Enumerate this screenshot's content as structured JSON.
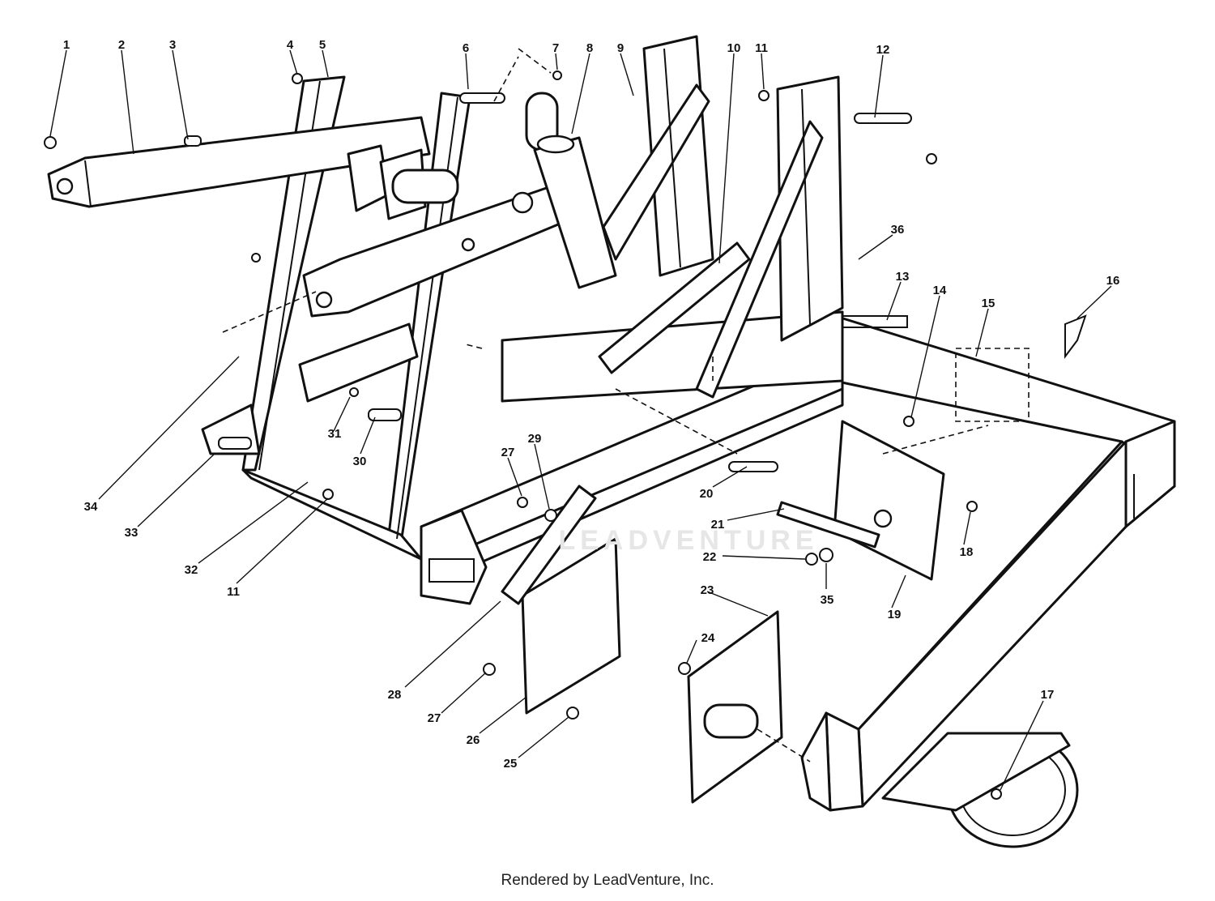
{
  "callouts": [
    {
      "n": "1"
    },
    {
      "n": "2"
    },
    {
      "n": "3"
    },
    {
      "n": "4"
    },
    {
      "n": "5"
    },
    {
      "n": "6"
    },
    {
      "n": "7"
    },
    {
      "n": "8"
    },
    {
      "n": "9"
    },
    {
      "n": "10"
    },
    {
      "n": "11"
    },
    {
      "n": "12"
    },
    {
      "n": "36"
    },
    {
      "n": "13"
    },
    {
      "n": "14"
    },
    {
      "n": "15"
    },
    {
      "n": "16"
    },
    {
      "n": "34"
    },
    {
      "n": "33"
    },
    {
      "n": "31"
    },
    {
      "n": "30"
    },
    {
      "n": "32"
    },
    {
      "n": "11"
    },
    {
      "n": "27"
    },
    {
      "n": "29"
    },
    {
      "n": "20"
    },
    {
      "n": "21"
    },
    {
      "n": "22"
    },
    {
      "n": "35"
    },
    {
      "n": "18"
    },
    {
      "n": "19"
    },
    {
      "n": "23"
    },
    {
      "n": "24"
    },
    {
      "n": "28"
    },
    {
      "n": "27"
    },
    {
      "n": "26"
    },
    {
      "n": "25"
    },
    {
      "n": "17"
    }
  ],
  "watermark": "LEADVENTURE",
  "credit": "Rendered by LeadVenture, Inc."
}
